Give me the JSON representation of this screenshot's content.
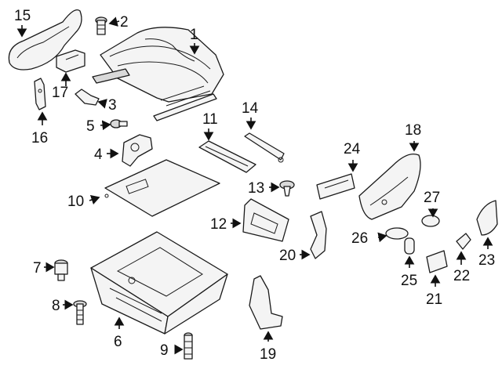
{
  "diagram": {
    "background": "#ffffff",
    "line_color": "#1a1a1a",
    "callouts": [
      {
        "id": "1",
        "label": "1"
      },
      {
        "id": "2",
        "label": "2"
      },
      {
        "id": "3",
        "label": "3"
      },
      {
        "id": "4",
        "label": "4"
      },
      {
        "id": "5",
        "label": "5"
      },
      {
        "id": "6",
        "label": "6"
      },
      {
        "id": "7",
        "label": "7"
      },
      {
        "id": "8",
        "label": "8"
      },
      {
        "id": "9",
        "label": "9"
      },
      {
        "id": "10",
        "label": "10"
      },
      {
        "id": "11",
        "label": "11"
      },
      {
        "id": "12",
        "label": "12"
      },
      {
        "id": "13",
        "label": "13"
      },
      {
        "id": "14",
        "label": "14"
      },
      {
        "id": "15",
        "label": "15"
      },
      {
        "id": "16",
        "label": "16"
      },
      {
        "id": "17",
        "label": "17"
      },
      {
        "id": "18",
        "label": "18"
      },
      {
        "id": "19",
        "label": "19"
      },
      {
        "id": "20",
        "label": "20"
      },
      {
        "id": "21",
        "label": "21"
      },
      {
        "id": "22",
        "label": "22"
      },
      {
        "id": "23",
        "label": "23"
      },
      {
        "id": "24",
        "label": "24"
      },
      {
        "id": "25",
        "label": "25"
      },
      {
        "id": "26",
        "label": "26"
      },
      {
        "id": "27",
        "label": "27"
      }
    ]
  }
}
